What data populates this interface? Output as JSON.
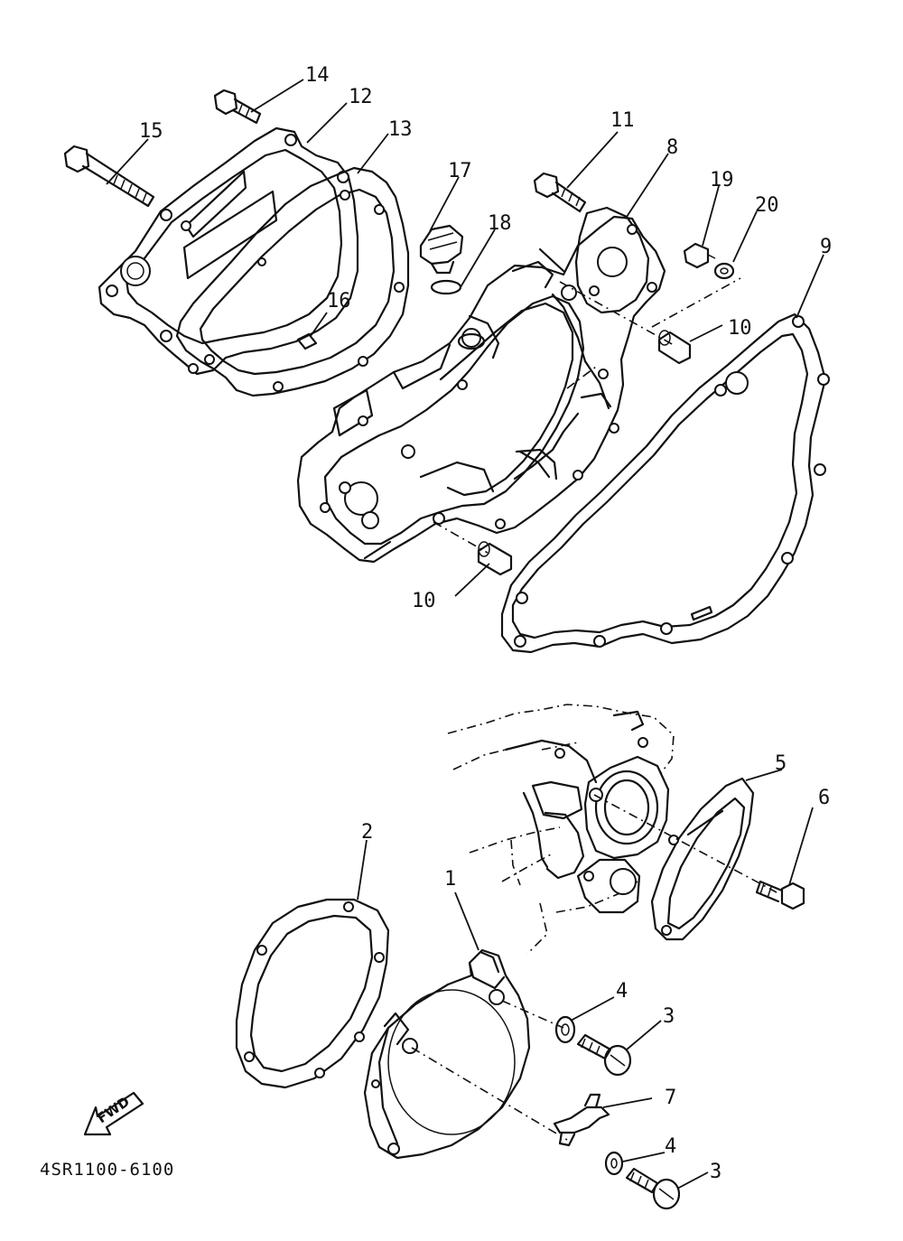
{
  "diagram": {
    "part_code": "4SR1100-6100",
    "direction_label": "FWD",
    "callouts": {
      "c1": "1",
      "c2": "2",
      "c3a": "3",
      "c3b": "3",
      "c4a": "4",
      "c4b": "4",
      "c5": "5",
      "c6": "6",
      "c7": "7",
      "c8": "8",
      "c9": "9",
      "c10a": "10",
      "c10b": "10",
      "c11": "11",
      "c12": "12",
      "c13": "13",
      "c14": "14",
      "c15": "15",
      "c16": "16",
      "c17": "17",
      "c18": "18",
      "c19": "19",
      "c20": "20"
    }
  }
}
